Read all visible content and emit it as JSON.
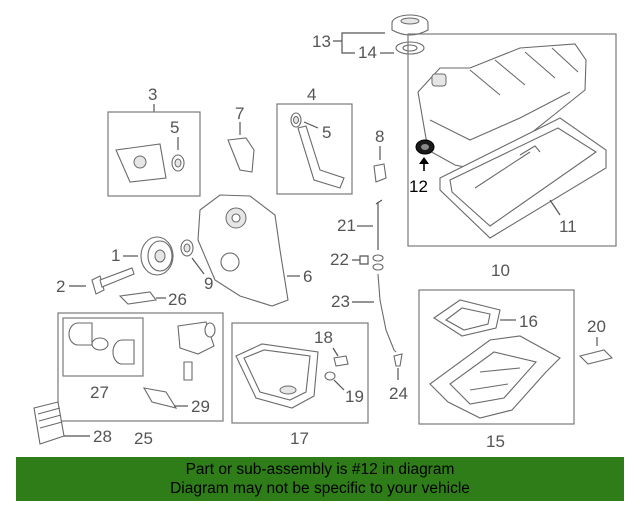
{
  "callouts": {
    "c1": "1",
    "c2": "2",
    "c3": "3",
    "c4": "4",
    "c5a": "5",
    "c5b": "5",
    "c6": "6",
    "c7": "7",
    "c8": "8",
    "c9": "9",
    "c10": "10",
    "c11": "11",
    "c12": "12",
    "c13": "13",
    "c14": "14",
    "c15": "15",
    "c16": "16",
    "c17": "17",
    "c18": "18",
    "c19": "19",
    "c20": "20",
    "c21": "21",
    "c22": "22",
    "c23": "23",
    "c24": "24",
    "c25": "25",
    "c26": "26",
    "c27": "27",
    "c28": "28",
    "c29": "29"
  },
  "highlighted_part": "12",
  "banner": {
    "line1": "Part or sub-assembly is #12 in diagram",
    "line2": "Diagram may not be specific to your vehicle"
  },
  "colors": {
    "banner_bg": "#2e7d18",
    "highlight": "#000000",
    "line": "#555555"
  }
}
